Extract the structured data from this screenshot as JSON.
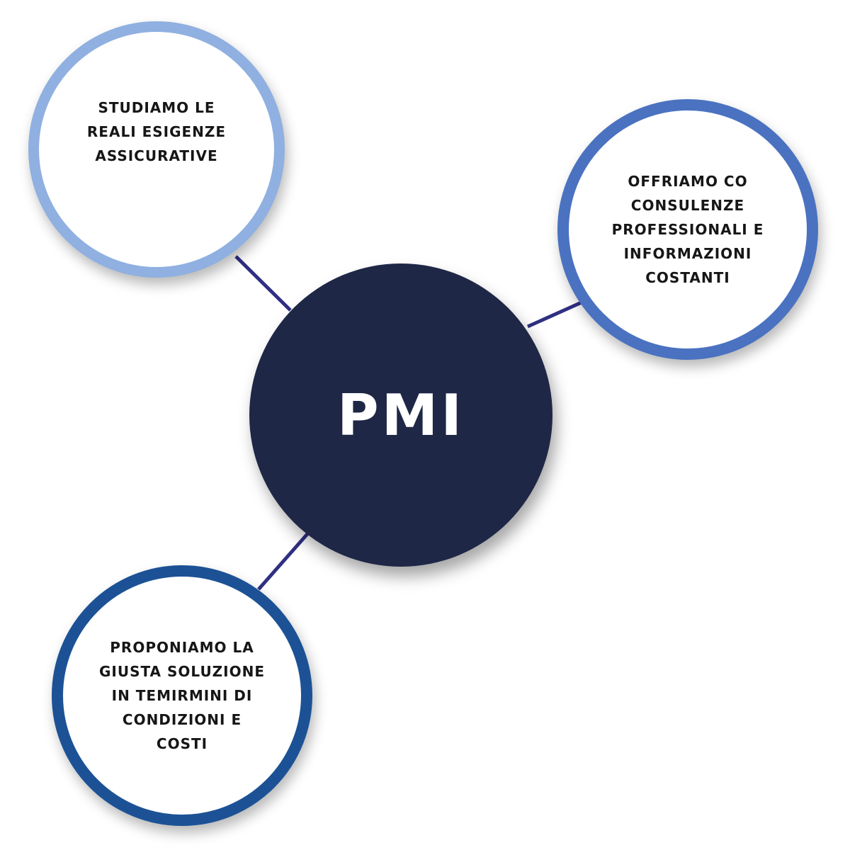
{
  "diagram": {
    "center": {
      "label": "PMI"
    },
    "nodes": [
      {
        "text": "STUDIAMO LE\nREALI ESIGENZE\nASSICURATIVE",
        "ring_color": "#8fb0e0"
      },
      {
        "text": "OFFRIAMO CO\nCONSULENZE\nPROFESSIONALI E\nINFORMAZIONI\nCOSTANTI",
        "ring_color": "#4a72c0"
      },
      {
        "text": "PROPONIAMO LA\nGIUSTA SOLUZIONE\nIN TEMIRMINI DI\nCONDIZIONI E\nCOSTI",
        "ring_color": "#1c5295"
      }
    ],
    "colors": {
      "center_fill": "#1f2746",
      "connector": "#2f2f82"
    }
  }
}
